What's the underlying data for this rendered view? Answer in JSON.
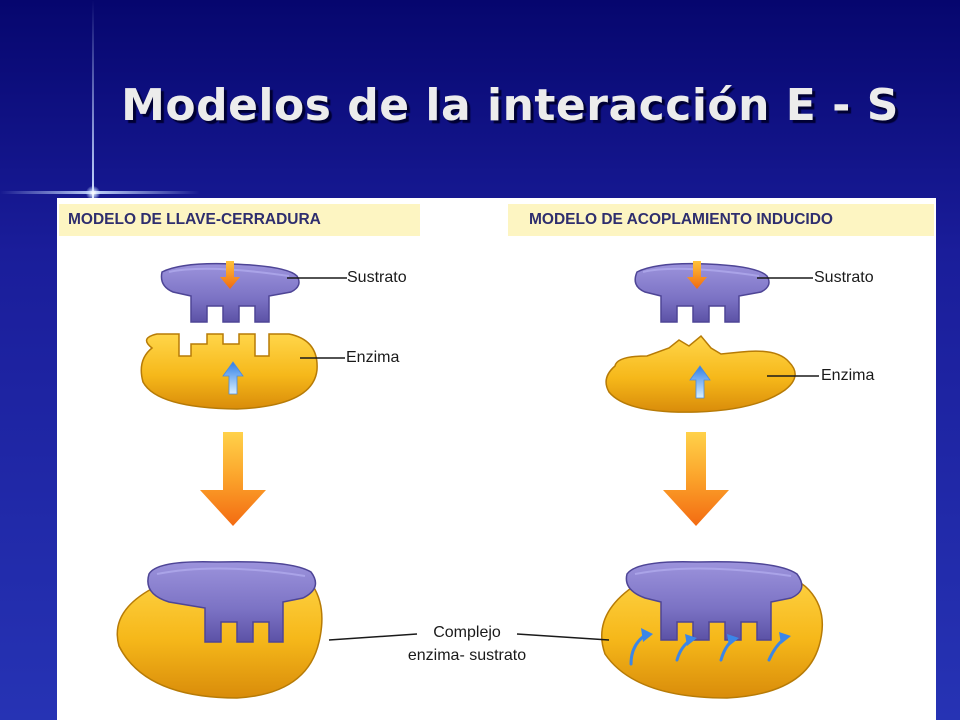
{
  "slide": {
    "title": "Modelos de la interacción E - S"
  },
  "diagram": {
    "left_model": {
      "heading": "MODELO DE LLAVE-CERRADURA",
      "substrate_label": "Sustrato",
      "enzyme_label": "Enzima"
    },
    "right_model": {
      "heading": "MODELO DE ACOPLAMIENTO INDUCIDO",
      "substrate_label": "Sustrato",
      "enzyme_label": "Enzima"
    },
    "complex_label_line1": "Complejo",
    "complex_label_line2": "enzima- sustrato"
  },
  "colors": {
    "background": "#1a1d9a",
    "substrate": "#7c74c4",
    "enzyme": "#f5b818",
    "header_band": "#fdf5c2",
    "down_arrow": "#f7821e"
  }
}
